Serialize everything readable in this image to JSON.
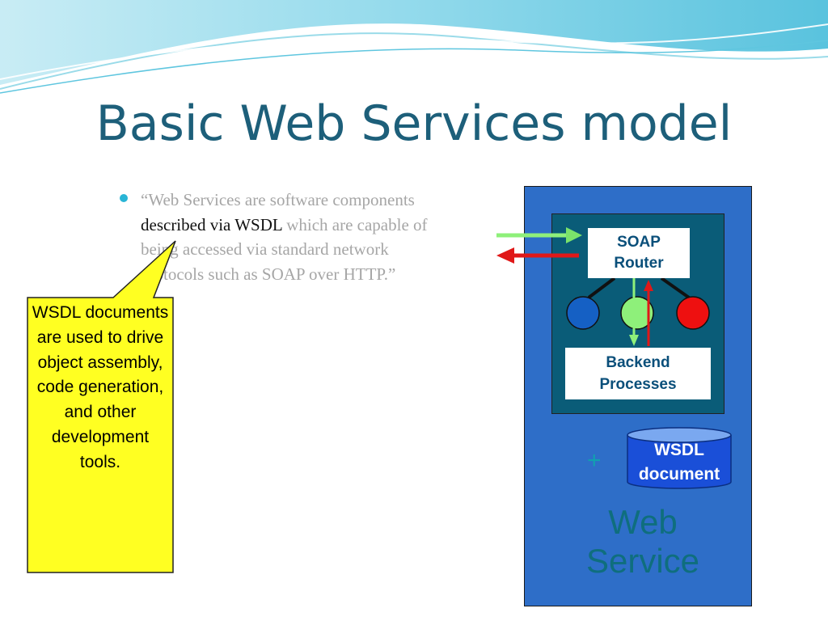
{
  "slide": {
    "title": "Basic Web Services model"
  },
  "bullet": {
    "quote_start": "“Web Services are software components ",
    "quote_highlight": "described via WSDL",
    "quote_end": " which are capable of being accessed via standard network protocols such as SOAP over HTTP.”"
  },
  "callout": {
    "text": "WSDL documents are used to drive object assembly, code generation, and other development tools."
  },
  "diagram": {
    "soap_router_line1": "SOAP",
    "soap_router_line2": "Router",
    "backend_line1": "Backend",
    "backend_line2": "Processes",
    "wsdl_line1": "WSDL",
    "wsdl_line2": "document",
    "plus": "+",
    "web_service_line1": "Web",
    "web_service_line2": "Service"
  },
  "colors": {
    "panel": "#2e6ec8",
    "inner_panel": "#0a5c78",
    "request_arrow": "#7be36b",
    "response_arrow": "#e01818",
    "node_blue": "#1560c4",
    "node_green": "#8ef07a",
    "node_red": "#ee1010",
    "callout": "#ffff22"
  }
}
